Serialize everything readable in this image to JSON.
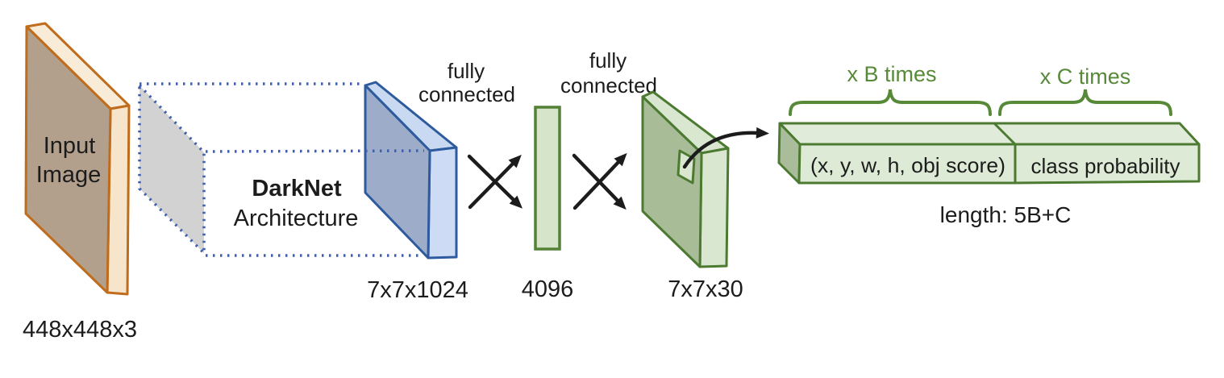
{
  "diagram": {
    "input": {
      "label_line1": "Input",
      "label_line2": "Image",
      "dims": "448x448x3"
    },
    "backbone": {
      "name": "DarkNet",
      "type": "Architecture",
      "output_dims": "7x7x1024"
    },
    "fc1": {
      "line1": "fully",
      "line2": "connected"
    },
    "fc2": {
      "line1": "fully",
      "line2": "connected"
    },
    "fc_vector": {
      "size": "4096"
    },
    "output_tensor": {
      "dims": "7x7x30"
    },
    "prediction": {
      "bbox_label": "(x, y, w, h, obj score)",
      "class_label": "class probability",
      "b_annotation": "x B times",
      "c_annotation": "x C times",
      "length_label": "length: 5B+C"
    }
  },
  "colors": {
    "background": "#ffffff",
    "input_border": "#bf6c1d",
    "input_front": "#b3a08c",
    "input_side": "#f6e5ca",
    "projection_fill": "#d2d2d2",
    "dotted_guide_blue": "#3f5fae",
    "backbone_border": "#2d5b9e",
    "backbone_front": "#9dadc9",
    "backbone_side": "#cddcf4",
    "green_border": "#4c7a31",
    "green_front": "#a8bc98",
    "green_side": "#d9e7d1",
    "prediction_fill": "#ddebd6",
    "annotation_green": "#578a38",
    "arrow_black": "#1c1c1c",
    "text_black": "#1c1c1c"
  }
}
